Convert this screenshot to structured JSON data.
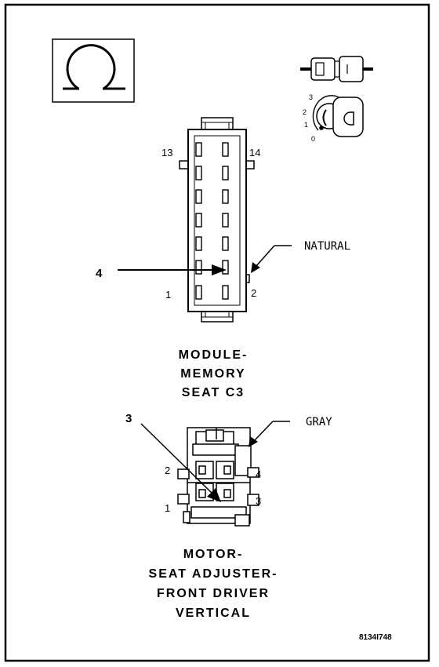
{
  "legend": {
    "pin_positions": [
      "3",
      "2",
      "1",
      "0"
    ]
  },
  "connector_c3": {
    "pin_top_left": "13",
    "pin_top_right": "14",
    "pin_bottom_left": "1",
    "pin_bottom_right": "2",
    "color": "NATURAL",
    "callout": "4",
    "title_lines": [
      "MODULE-",
      "MEMORY",
      "SEAT C3"
    ]
  },
  "connector_motor": {
    "pin_2": "2",
    "pin_4": "4",
    "pin_1": "1",
    "pin_3": "3",
    "color": "GRAY",
    "callout": "3",
    "title_lines": [
      "MOTOR-",
      "SEAT ADJUSTER-",
      "FRONT DRIVER",
      "VERTICAL"
    ]
  },
  "figure_code": "8134I748"
}
